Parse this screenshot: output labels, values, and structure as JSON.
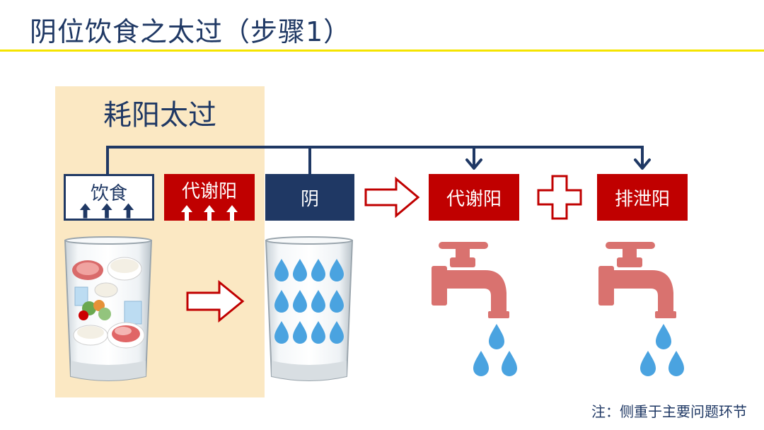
{
  "title": "阴位饮食之太过（步骤1）",
  "panel": {
    "heading": "耗阳太过"
  },
  "boxes": {
    "food": "饮食",
    "metabolic_yang_1": "代谢阳",
    "yin": "阴",
    "metabolic_yang_2": "代谢阳",
    "drain_yang": "排泄阳"
  },
  "note": "注：侧重于主要问题环节",
  "colors": {
    "navy": "#1f3864",
    "red": "#c00000",
    "yellow_rule": "#f5e400",
    "panel_bg": "#fbe8c3",
    "tap": "#d9726f",
    "water": "#4aa3e0"
  },
  "icons": {
    "glass_food": "glass-with-food-icon",
    "glass_water": "glass-with-water-drops-icon",
    "tap": "water-tap-icon",
    "drop": "water-drop-icon",
    "arrow_right": "outline-arrow-right-icon",
    "plus": "outline-plus-icon",
    "arrow_up": "arrow-up-icon"
  }
}
